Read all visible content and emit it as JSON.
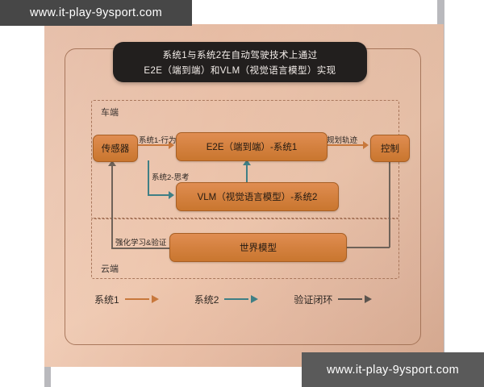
{
  "watermarks": {
    "top": "www.it-play-9ysport.com",
    "bottom": "www.it-play-9ysport.com"
  },
  "title": {
    "line1": "系统1与系统2在自动驾驶技术上通过",
    "line2": "E2E（端到端）和VLM（视觉语言模型）实现"
  },
  "regions": {
    "vehicle": "车端",
    "cloud": "云端"
  },
  "boxes": {
    "sensor": "传感器",
    "e2e": "E2E（端到端）-系统1",
    "vlm": "VLM（视觉语言模型）-系统2",
    "control": "控制",
    "world_model": "世界模型"
  },
  "edge_labels": {
    "system1_action": "系统1-行为",
    "system2_think": "系统2-思考",
    "planned_trajectory": "规划轨迹",
    "rl_and_validation": "强化学习&验证"
  },
  "legend": [
    {
      "label": "系统1",
      "color": "#c8783c"
    },
    {
      "label": "系统2",
      "color": "#3f7f85"
    },
    {
      "label": "验证闭环",
      "color": "#5b544e"
    }
  ],
  "colors": {
    "paper": "#e9c0a8",
    "box_fill": "#d4813f",
    "box_border": "#a75f24",
    "dashed_border": "#a9775c",
    "title_bg": "#221f1e",
    "connector": "#6f6258",
    "watermark_bg": "#5a5a5a"
  }
}
